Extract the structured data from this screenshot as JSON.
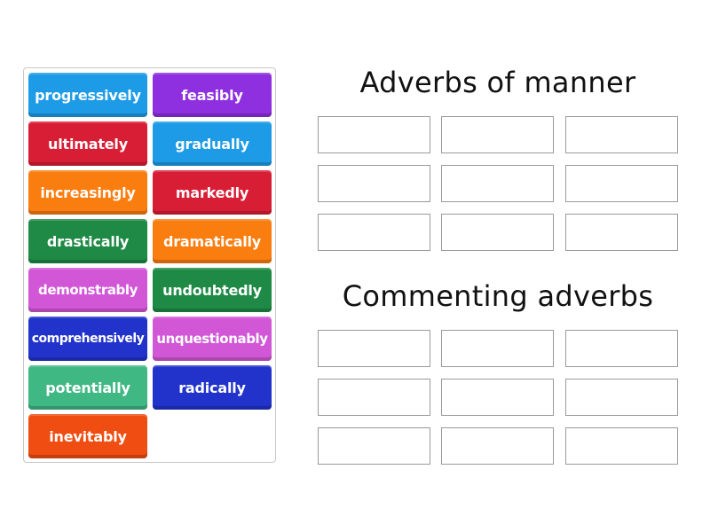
{
  "pool": {
    "tiles": [
      {
        "label": "progressively",
        "color": "#1e9be6"
      },
      {
        "label": "feasibly",
        "color": "#8e2fe0"
      },
      {
        "label": "ultimately",
        "color": "#d81e35"
      },
      {
        "label": "gradually",
        "color": "#1e9be6"
      },
      {
        "label": "increasingly",
        "color": "#fa7d10"
      },
      {
        "label": "markedly",
        "color": "#d81e35"
      },
      {
        "label": "drastically",
        "color": "#1e8a45"
      },
      {
        "label": "dramatically",
        "color": "#fa7d10"
      },
      {
        "label": "demonstrably",
        "color": "#d157d6"
      },
      {
        "label": "undoubtedly",
        "color": "#1e8a45"
      },
      {
        "label": "comprehensively",
        "color": "#2233cc"
      },
      {
        "label": "unquestionably",
        "color": "#d157d6"
      },
      {
        "label": "potentially",
        "color": "#3fb884"
      },
      {
        "label": "radically",
        "color": "#2233cc"
      },
      {
        "label": "inevitably",
        "color": "#f04d12"
      }
    ]
  },
  "groups": [
    {
      "title": "Adverbs of manner",
      "slots": 9
    },
    {
      "title": "Commenting adverbs",
      "slots": 9
    }
  ]
}
